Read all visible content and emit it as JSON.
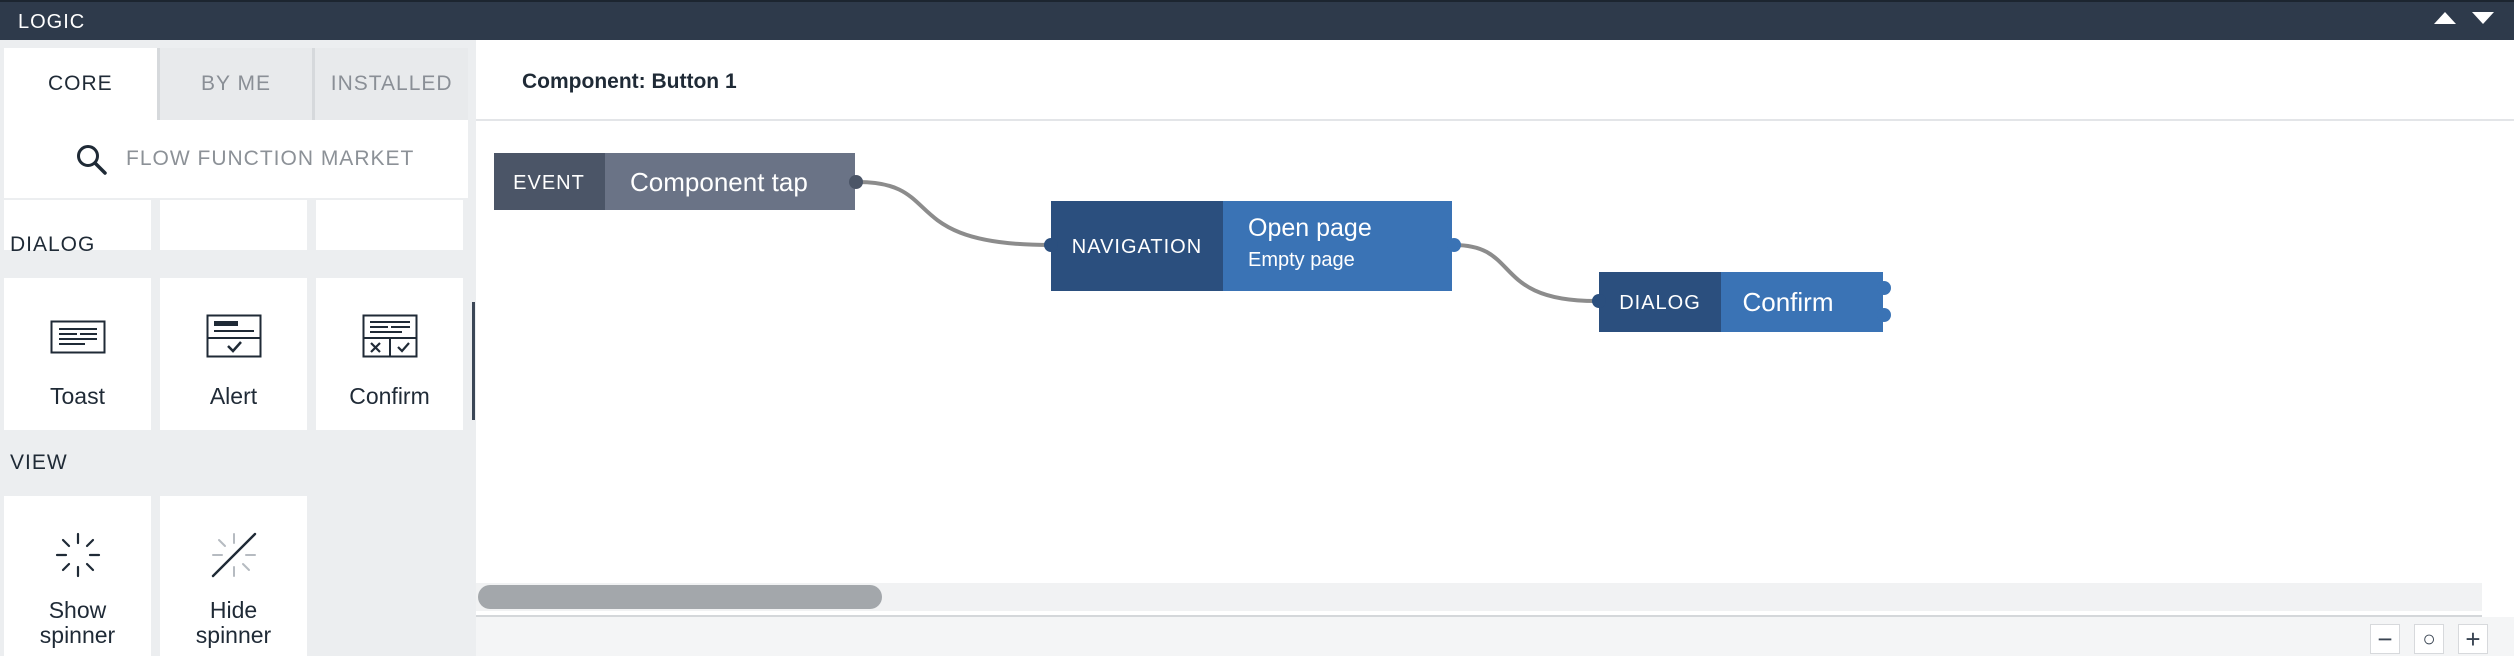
{
  "header": {
    "title": "LOGIC"
  },
  "sidebar": {
    "tabs": [
      {
        "label": "CORE",
        "active": true
      },
      {
        "label": "BY ME",
        "active": false
      },
      {
        "label": "INSTALLED",
        "active": false
      }
    ],
    "search": {
      "placeholder": "FLOW FUNCTION MARKET"
    },
    "sections": [
      {
        "title": "DIALOG",
        "items": [
          {
            "label": "Toast",
            "icon": "toast-icon"
          },
          {
            "label": "Alert",
            "icon": "alert-icon"
          },
          {
            "label": "Confirm",
            "icon": "confirm-icon"
          }
        ]
      },
      {
        "title": "VIEW",
        "items": [
          {
            "label": "Show spinner",
            "icon": "spinner-icon"
          },
          {
            "label": "Hide spinner",
            "icon": "hide-spinner-icon"
          }
        ]
      }
    ]
  },
  "main": {
    "component_title": "Component: Button 1",
    "nodes": [
      {
        "type": "EVENT",
        "label": "Component tap",
        "sublabel": ""
      },
      {
        "type": "NAVIGATION",
        "label": "Open page",
        "sublabel": "Empty page"
      },
      {
        "type": "DIALOG",
        "label": "Confirm",
        "sublabel": ""
      }
    ]
  },
  "zoom_controls": {
    "minus": "−",
    "reset": "○",
    "plus": "+"
  },
  "colors": {
    "topbar": "#2e3a4b",
    "event_type": "#4b5567",
    "event_label": "#6a7386",
    "nav_type": "#2b4f7e",
    "nav_label": "#3a73b5",
    "connector": "#8c8c8c"
  }
}
